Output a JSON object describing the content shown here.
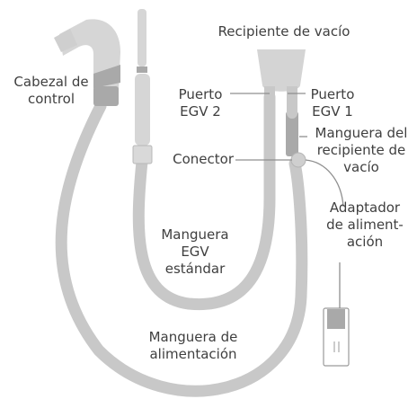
{
  "labels": {
    "vacuum_container": "Recipiente de vacío",
    "control_head": [
      "Cabezal de",
      "control"
    ],
    "egv2_port": [
      "Puerto",
      "EGV 2"
    ],
    "egv1_port": [
      "Puerto",
      "EGV 1"
    ],
    "vacuum_container_hose": [
      "Manguera del",
      "recipiente de",
      "vacío"
    ],
    "connector": "Conector",
    "power_adapter": [
      "Adaptador",
      "de aliment-",
      "ación"
    ],
    "standard_egv_hose": [
      "Manguera",
      "EGV",
      "estándar"
    ],
    "power_hose": [
      "Manguera de",
      "alimentación"
    ]
  },
  "colors": {
    "hose": "#c9c9c9",
    "hose_dark": "#a9a9a9",
    "part": "#d6d6d6",
    "outline": "#9a9a9a",
    "leader": "#8f8f8f",
    "text": "#3f3f3f"
  }
}
